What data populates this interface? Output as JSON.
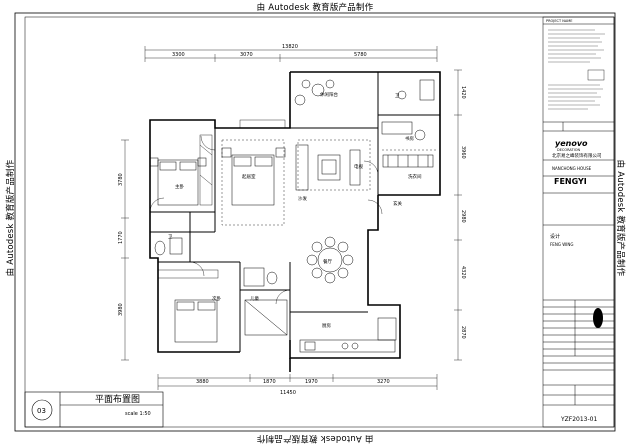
{
  "watermark": "由 Autodesk 教育版产品制作",
  "dimensions": {
    "top": [
      "13820",
      "3300",
      "3070",
      "5780"
    ],
    "bottom": [
      "11450",
      "3880",
      "1870",
      "1970",
      "3270"
    ],
    "left": [
      "3780",
      "1770",
      "3980"
    ],
    "right": [
      "1420",
      "3960",
      "2980",
      "4320",
      "2870"
    ]
  },
  "rooms": {
    "master_bedroom": "主卧",
    "living_room": "起居室",
    "balcony": "休闲阳台",
    "bathroom1": "卫",
    "bathroom2": "卫",
    "bedroom2": "次卧",
    "dining": "餐厅",
    "kitchen": "厨房",
    "study": "书房",
    "kids": "儿童",
    "sofa": "沙发",
    "laundry": "洗衣间",
    "tv": "电视",
    "entry": "玄关"
  },
  "drawing": {
    "title": "平面布置图",
    "scale": "scale 1:50",
    "number": "03"
  },
  "title_block": {
    "project_label": "PROJECT NAME",
    "company_logo": "yenovo",
    "company_sub": "DECORATION",
    "company_cn": "北京易之峰装饰有限公司",
    "project_name": "NANCHONG HOUSE",
    "designer_logo": "FENGYI",
    "design_label": "设计",
    "designer_name": "FENG  WING",
    "drawing_code": "YZF2013-01"
  }
}
